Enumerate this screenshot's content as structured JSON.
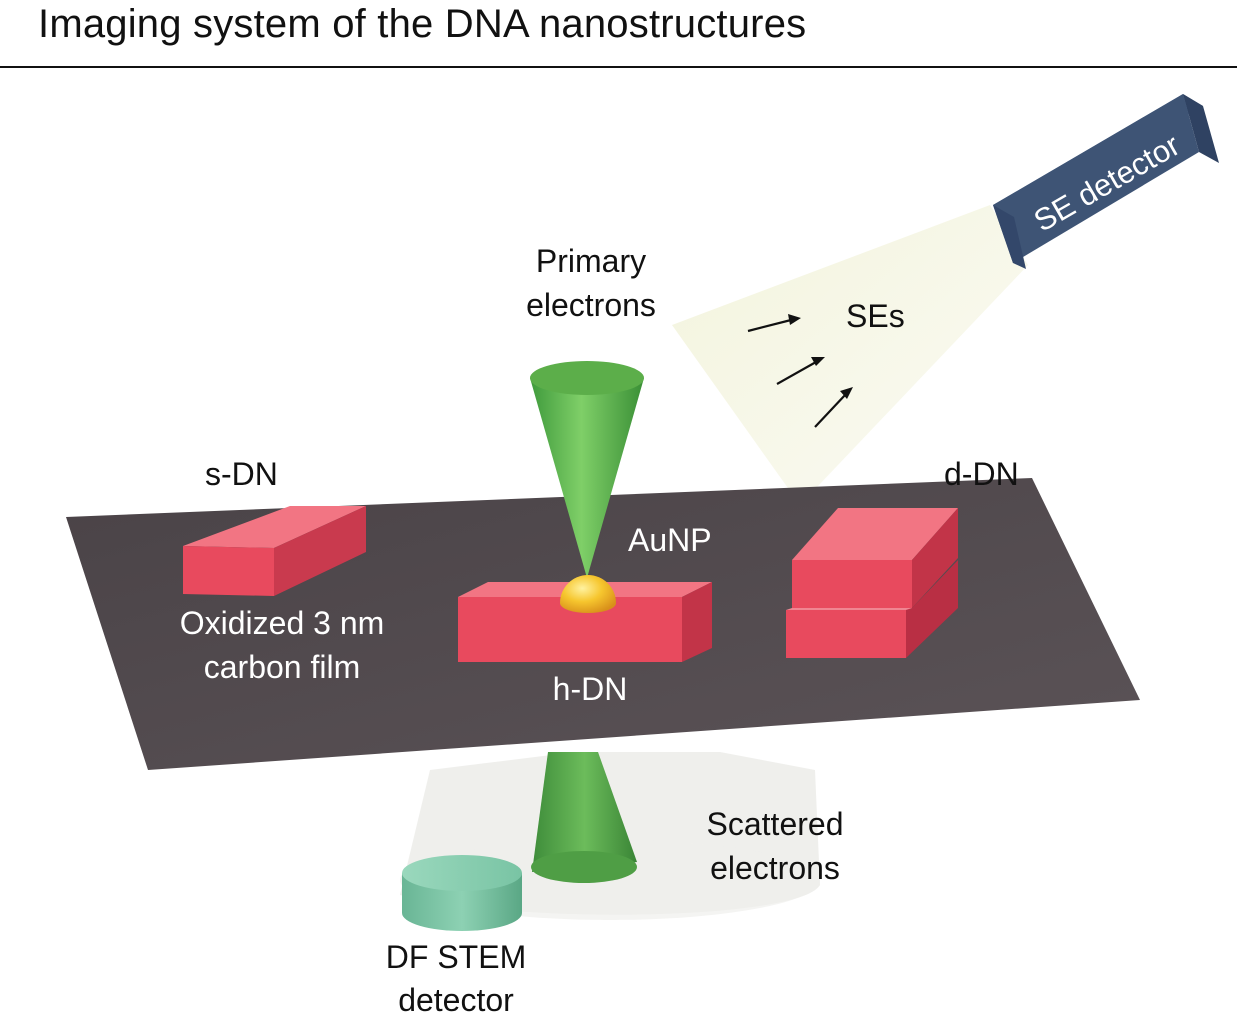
{
  "title": "Imaging system of the DNA nanostructures",
  "labels": {
    "primary": [
      "Primary",
      "electrons"
    ],
    "ses": "SEs",
    "se_detector": "SE detector",
    "s_dn": "s-DN",
    "d_dn": "d-DN",
    "aunp": "AuNP",
    "carbon": [
      "Oxidized 3 nm",
      "carbon film"
    ],
    "h_dn": "h-DN",
    "scattered": [
      "Scattered",
      "electrons"
    ],
    "df_stem": [
      "DF STEM",
      "detector"
    ]
  },
  "colors": {
    "film": "#524a4e",
    "block_top": "#f27583",
    "block_front": "#e84a5e",
    "block_side": "#c23448",
    "beam": "#63b54f",
    "aunp": "#f2c12e",
    "se_detector": "#3f5576",
    "df_detector": "#7cc7a8",
    "se_cone": "#f1f2d6"
  }
}
